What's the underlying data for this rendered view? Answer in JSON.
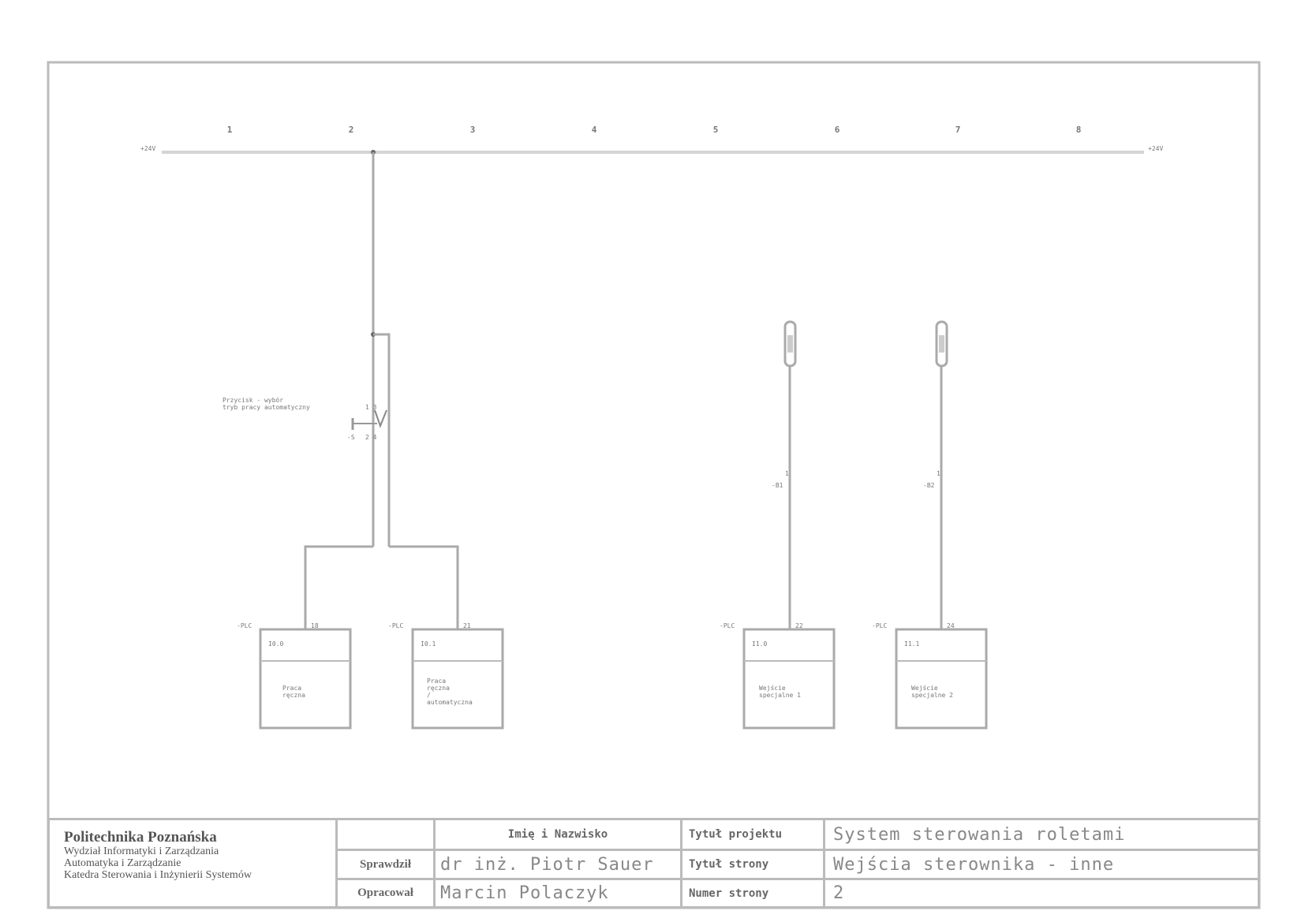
{
  "drawing": {
    "column_numbers": [
      "1",
      "2",
      "3",
      "4",
      "5",
      "6",
      "7",
      "8"
    ],
    "bus": {
      "left_label": "+24V",
      "right_label": "+24V"
    },
    "switch": {
      "description_line1": "Przycisk - wybór",
      "description_line2": "tryb pracy automatyczny",
      "designation": "-S",
      "terminals_top": "1  3",
      "terminals_bottom": "2  4"
    },
    "sensors": [
      {
        "designation": "-B1",
        "terminal": "1"
      },
      {
        "designation": "-B2",
        "terminal": "1"
      }
    ],
    "plc_inputs": [
      {
        "device": "-PLC",
        "pin": "18",
        "address": "I0.0",
        "text": [
          "Praca",
          "ręczna"
        ]
      },
      {
        "device": "-PLC",
        "pin": "21",
        "address": "I0.1",
        "text": [
          "Praca",
          "ręczna",
          "/",
          "automatyczna"
        ]
      },
      {
        "device": "-PLC",
        "pin": "22",
        "address": "I1.0",
        "text": [
          "Wejście",
          "specjalne 1"
        ]
      },
      {
        "device": "-PLC",
        "pin": "24",
        "address": "I1.1",
        "text": [
          "Wejście",
          "specjalne 2"
        ]
      }
    ]
  },
  "title_block": {
    "institution": {
      "name": "Politechnika Poznańska",
      "faculty": "Wydział Informatyki i Zarządzania",
      "field": "Automatyka i Zarządzanie",
      "department": "Katedra Sterowania i Inżynierii Systemów"
    },
    "header_name": "Imię i Nazwisko",
    "checked_label": "Sprawdził",
    "checked_value": "dr inż. Piotr Sauer",
    "prepared_label": "Opracował",
    "prepared_value": "Marcin Polaczyk",
    "project_title_label": "Tytuł projektu",
    "project_title_value": "System sterowania roletami",
    "page_title_label": "Tytuł strony",
    "page_title_value": "Wejścia sterownika - inne",
    "page_number_label": "Numer strony",
    "page_number_value": "2"
  }
}
